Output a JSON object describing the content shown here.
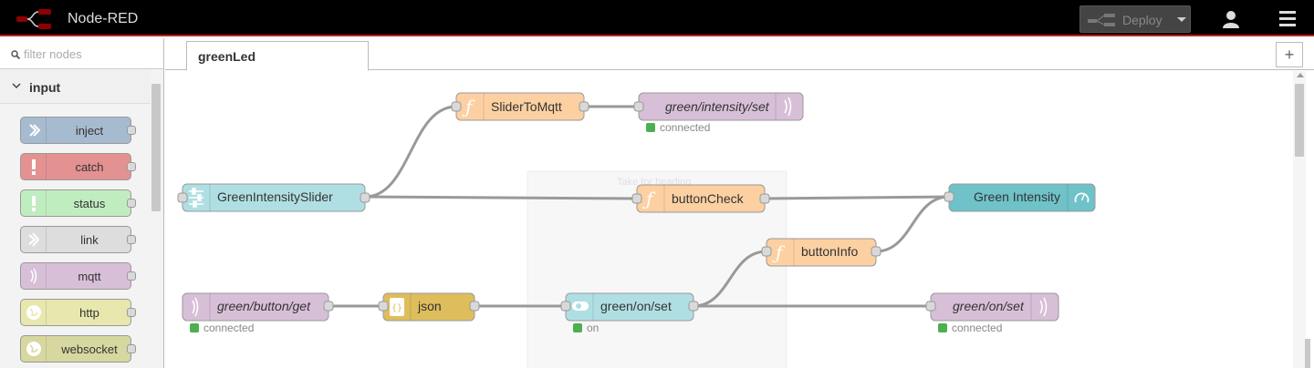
{
  "app": {
    "title": "Node-RED"
  },
  "header": {
    "deploy_label": "Deploy"
  },
  "palette": {
    "filter_placeholder": "filter nodes",
    "category": "input",
    "nodes": [
      {
        "label": "inject",
        "color": "#a6bbcf",
        "icon": "inject-icon"
      },
      {
        "label": "catch",
        "color": "#e49191",
        "icon": "alert-icon"
      },
      {
        "label": "status",
        "color": "#c0edc0",
        "icon": "alert-icon"
      },
      {
        "label": "link",
        "color": "#dddddd",
        "icon": "link-icon"
      },
      {
        "label": "mqtt",
        "color": "#d8bfd8",
        "icon": "bridge-icon"
      },
      {
        "label": "http",
        "color": "#e7e7ae",
        "icon": "globe-icon"
      },
      {
        "label": "websocket",
        "color": "#d7d7a0",
        "icon": "globe-icon"
      }
    ]
  },
  "workspace": {
    "tab_label": "greenLed",
    "add_tab_label": "+"
  },
  "flow": {
    "nodes": {
      "slider_to_mqtt": {
        "label": "SliderToMqtt"
      },
      "mqtt_intensity": {
        "label": "green/intensity/set",
        "status": "connected"
      },
      "slider": {
        "label": "GreenIntensitySlider"
      },
      "button_check": {
        "label": "buttonCheck"
      },
      "green_intensity": {
        "label": "Green Intensity"
      },
      "button_info": {
        "label": "buttonInfo"
      },
      "mqtt_button_get": {
        "label": "green/button/get",
        "status": "connected"
      },
      "json": {
        "label": "json"
      },
      "switch_on": {
        "label": "green/on/set",
        "status": "on"
      },
      "mqtt_on_set": {
        "label": "green/on/set",
        "status": "connected"
      }
    },
    "ghost_text": "Take for heading"
  },
  "colors": {
    "function": "#fdd0a2",
    "mqtt": "#d8bfd8",
    "dashboard": "#b0dfe3",
    "gauge": "#6fc2c8",
    "json": "#debd5c",
    "status_green": "#4caf50",
    "wire": "#999999"
  }
}
